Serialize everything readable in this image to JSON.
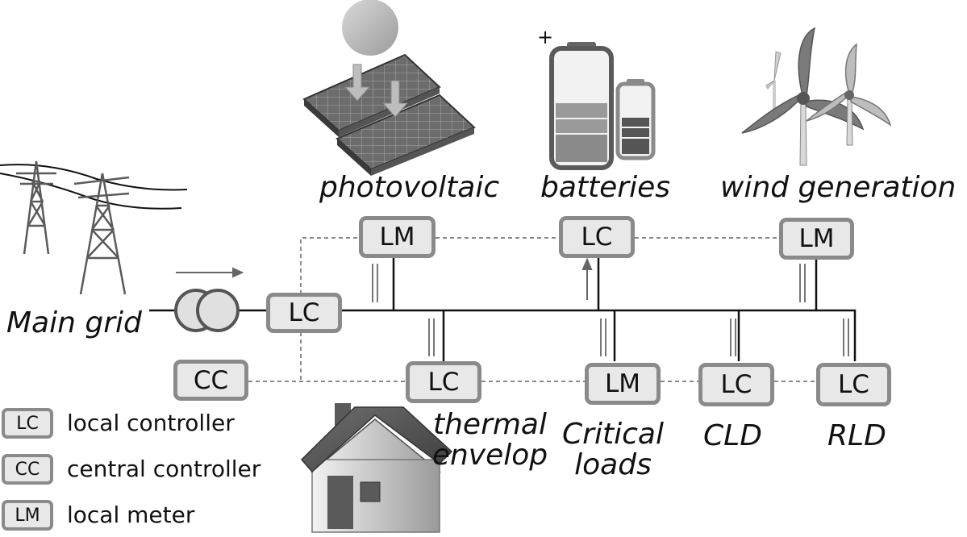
{
  "labels": {
    "photovoltaic": "photovoltaic",
    "batteries": "batteries",
    "wind_generation": "wind generation",
    "main_grid": "Main grid",
    "thermal_envelop": "thermal envelop",
    "critical_loads": "Critical loads",
    "cld": "CLD",
    "rld": "RLD",
    "plus_sign": "+"
  },
  "boxes": {
    "lm_pv": "LM",
    "lc_batteries": "LC",
    "lm_wind": "LM",
    "lc_main": "LC",
    "cc": "CC",
    "lc_thermal": "LC",
    "lm_critical": "LM",
    "lc_cld": "LC",
    "lc_rld": "LC"
  },
  "legend": [
    {
      "abbr": "LC",
      "text": "local controller"
    },
    {
      "abbr": "CC",
      "text": "central controller"
    },
    {
      "abbr": "LM",
      "text": "local meter"
    }
  ],
  "colors": {
    "box_border": "#8a8a8a",
    "box_fill": "#e8e8e8",
    "line": "#111111",
    "dashed_line": "#8a8a8a",
    "icon_gray": "#7a7a7a"
  }
}
